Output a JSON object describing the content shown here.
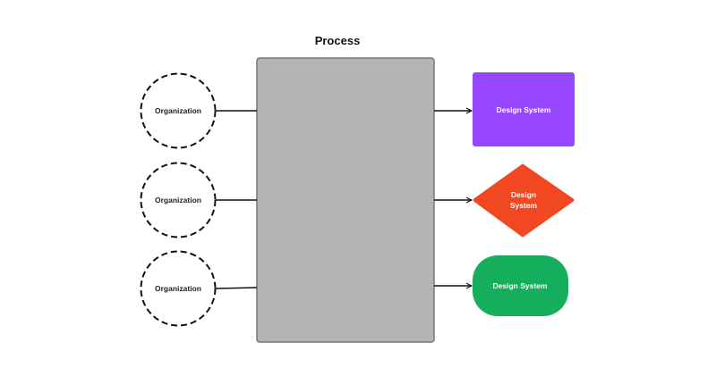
{
  "process": {
    "title": "Process",
    "box_color": "#b3b3b3",
    "box_border_color": "#777777"
  },
  "inputs": [
    {
      "label": "Organization",
      "shape": "circle",
      "border": "dashed"
    },
    {
      "label": "Organization",
      "shape": "circle",
      "border": "dashed"
    },
    {
      "label": "Organization",
      "shape": "circle",
      "border": "dashed"
    }
  ],
  "outputs": [
    {
      "shape": "rectangle",
      "color": "#9747ff",
      "label_lines": [
        "Design System"
      ]
    },
    {
      "shape": "diamond",
      "color": "#f24822",
      "label_lines": [
        "Design",
        "System"
      ]
    },
    {
      "shape": "pill",
      "color": "#14ae5c",
      "label_lines": [
        "Design System"
      ]
    }
  ],
  "connector_color": "#111111"
}
